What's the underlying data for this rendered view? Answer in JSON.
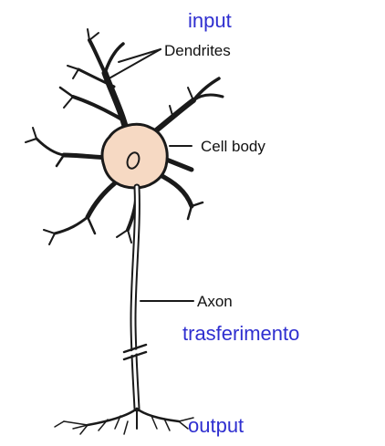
{
  "labels": {
    "input": "input",
    "dendrites": "Dendrites",
    "cell_body": "Cell body",
    "axon": "Axon",
    "transfer": "trasferimento",
    "output": "output"
  },
  "colors": {
    "annotation_blue": "#2f2fd0",
    "label_black": "#111111",
    "neuron_stroke": "#1a1a1a",
    "cell_body_fill": "#f6d9c3"
  }
}
